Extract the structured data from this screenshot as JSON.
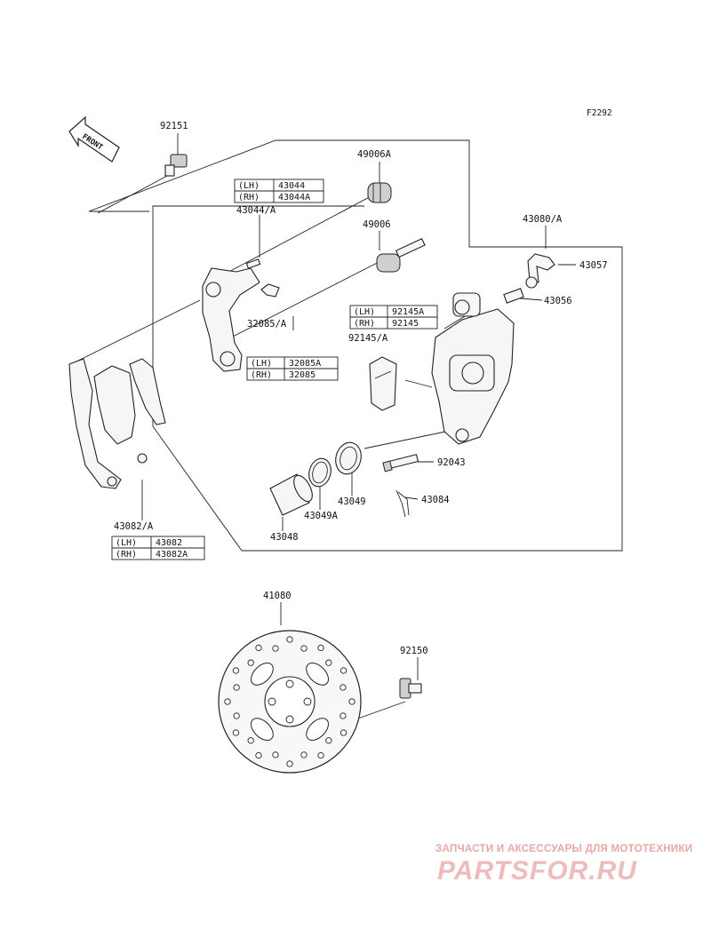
{
  "diagram_code": "F2292",
  "front_label": "FRONT",
  "labels": {
    "p92151": "92151",
    "p49006A": "49006A",
    "p43044A_sub": "43044/A",
    "p49006": "49006",
    "p43080A": "43080/A",
    "p43057": "43057",
    "p43056": "43056",
    "p32085A_sub": "32085/A",
    "p92145A_sub": "92145/A",
    "p92043": "92043",
    "p43049": "43049",
    "p43049A": "43049A",
    "p43084": "43084",
    "p43048": "43048",
    "p43082A_sub": "43082/A",
    "p41080": "41080",
    "p92150": "92150"
  },
  "tables": {
    "t43044": {
      "rows": [
        {
          "side": "(LH)",
          "part": "43044"
        },
        {
          "side": "(RH)",
          "part": "43044A"
        }
      ]
    },
    "t32085": {
      "rows": [
        {
          "side": "(LH)",
          "part": "32085A"
        },
        {
          "side": "(RH)",
          "part": "32085"
        }
      ]
    },
    "t92145": {
      "rows": [
        {
          "side": "(LH)",
          "part": "92145A"
        },
        {
          "side": "(RH)",
          "part": "92145"
        }
      ]
    },
    "t43082": {
      "rows": [
        {
          "side": "(LH)",
          "part": "43082"
        },
        {
          "side": "(RH)",
          "part": "43082A"
        }
      ]
    }
  },
  "watermark": {
    "line1": "ЗАПЧАСТИ И АКСЕССУАРЫ ДЛЯ МОТОТЕХНИКИ",
    "line2": "PARTSFOR.RU"
  }
}
